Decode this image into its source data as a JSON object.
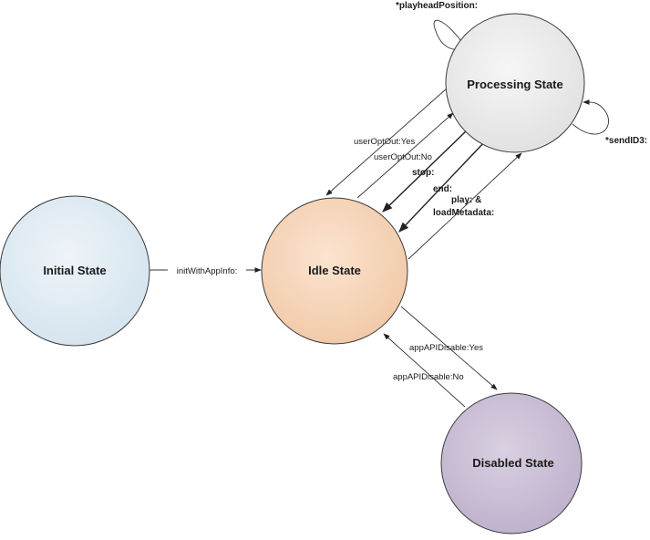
{
  "states": {
    "initial": {
      "label": "Initial State",
      "fill": "#e0ebf3"
    },
    "idle": {
      "label": "Idle State",
      "fill": "#f6d5b9"
    },
    "processing": {
      "label": "Processing State",
      "fill": "#ececec"
    },
    "disabled": {
      "label": "Disabled State",
      "fill": "#cbbfd6"
    }
  },
  "transitions": {
    "init_with_app_info": "initWithAppInfo:",
    "playhead_position": "*playheadPosition:",
    "send_id3": "*sendID3:",
    "user_opt_out_yes": "userOptOut:Yes",
    "user_opt_out_no": "userOptOut:No",
    "stop": "stop:",
    "end": "end:",
    "play_line1": "play: &",
    "play_line2": "loadMetadata:",
    "app_api_disable_yes": "appAPIDisable:Yes",
    "app_api_disable_no": "appAPIDisable:No"
  }
}
